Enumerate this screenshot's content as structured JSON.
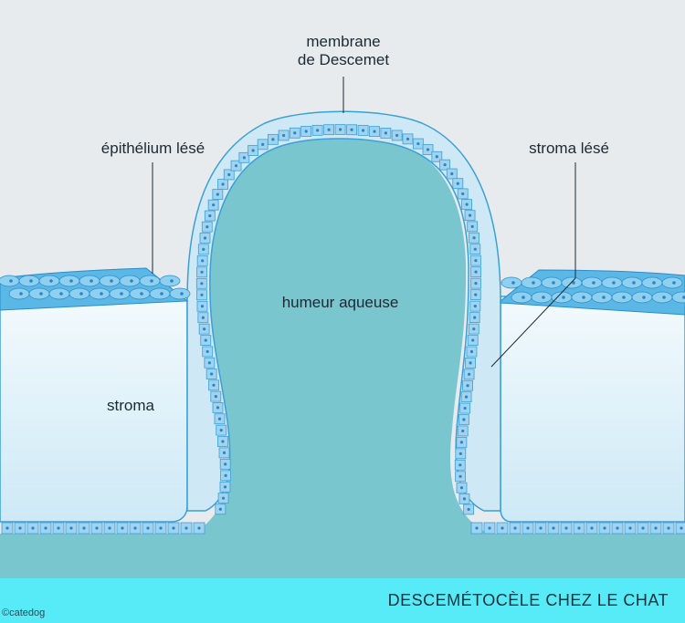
{
  "labels": {
    "descemet": "membrane\nde Descemet",
    "epithelium": "épithélium lésé",
    "stroma_lese": "stroma lésé",
    "humeur": "humeur aqueuse",
    "stroma": "stroma"
  },
  "footer": {
    "title": "DESCEMÉTOCÈLE CHEZ LE CHAT"
  },
  "credit": "©catedog",
  "colors": {
    "background": "#e7ebee",
    "aqueous": "#79c6cf",
    "stroma_fill": "#d9eef8",
    "membrane": "#cfe8f5",
    "outline": "#3aa0d8",
    "cell": "#9fd3ef",
    "cell_nucleus": "#2c86c4",
    "epithelium": "#5bb7e5",
    "footer": "#56ebf7"
  }
}
